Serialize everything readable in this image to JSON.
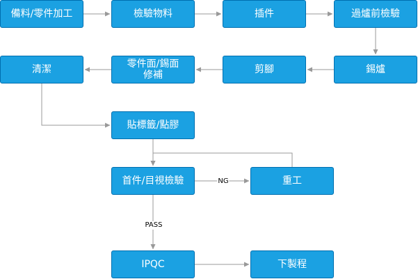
{
  "colors": {
    "node_fill": "#1ba1e2",
    "node_border": "#006eaf",
    "node_text": "#ffffff",
    "connector": "#999999"
  },
  "nodes": {
    "prep": "備料/零件加工",
    "inspect_materials": "檢驗物料",
    "insertion": "插件",
    "pre_furnace_check": "過爐前檢驗",
    "tin_furnace": "錫爐",
    "trim_leads": "剪腳",
    "touch_up": "零件面/錫面\n修補",
    "cleaning": "清潔",
    "label_glue": "貼標籤/點膠",
    "first_article": "首件/目視檢驗",
    "rework": "重工",
    "ipqc": "IPQC",
    "next_process": "下製程"
  },
  "edge_labels": {
    "ng": "NG",
    "pass": "PASS"
  }
}
